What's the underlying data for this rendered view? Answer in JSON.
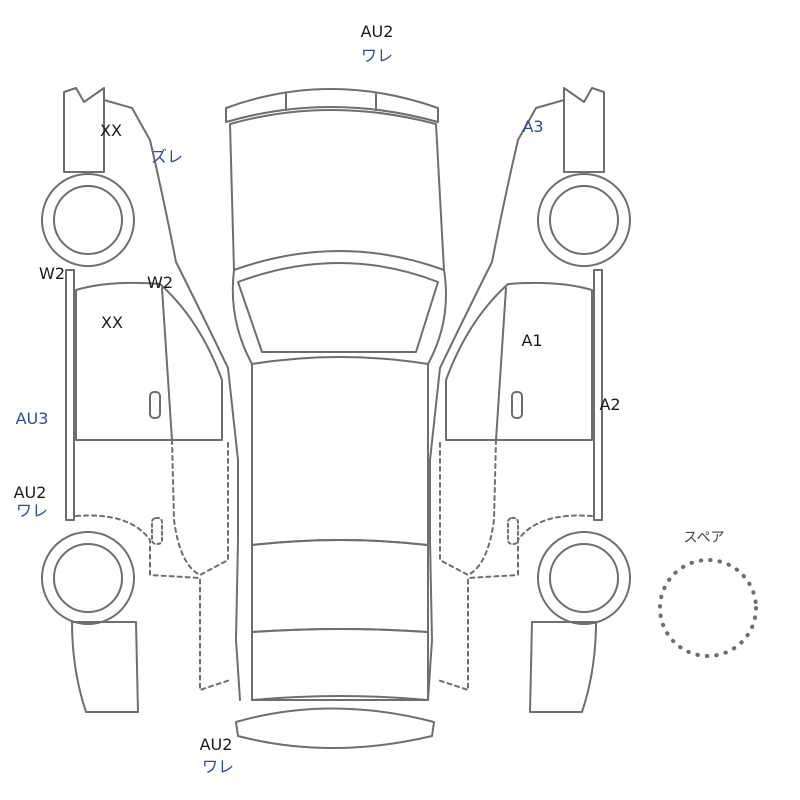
{
  "colors": {
    "ink": "#1a1a1a",
    "note": "#2a4f93",
    "outline": "#6e6e6e"
  },
  "labels": {
    "top_code": "AU2",
    "top_note": "ワレ",
    "lf_fender_code": "XX",
    "lf_fender_note": "ズレ",
    "l_pillar_code": "W2",
    "l_front_door_top": "W2",
    "l_front_door_code": "XX",
    "l_side_note": "AU3",
    "l_rear_code": "AU2",
    "l_rear_note": "ワレ",
    "rf_fender_note": "A3",
    "r_front_door_code": "A1",
    "r_side_code": "A2",
    "spare": "スペア",
    "bottom_code": "AU2",
    "bottom_note": "ワレ"
  }
}
